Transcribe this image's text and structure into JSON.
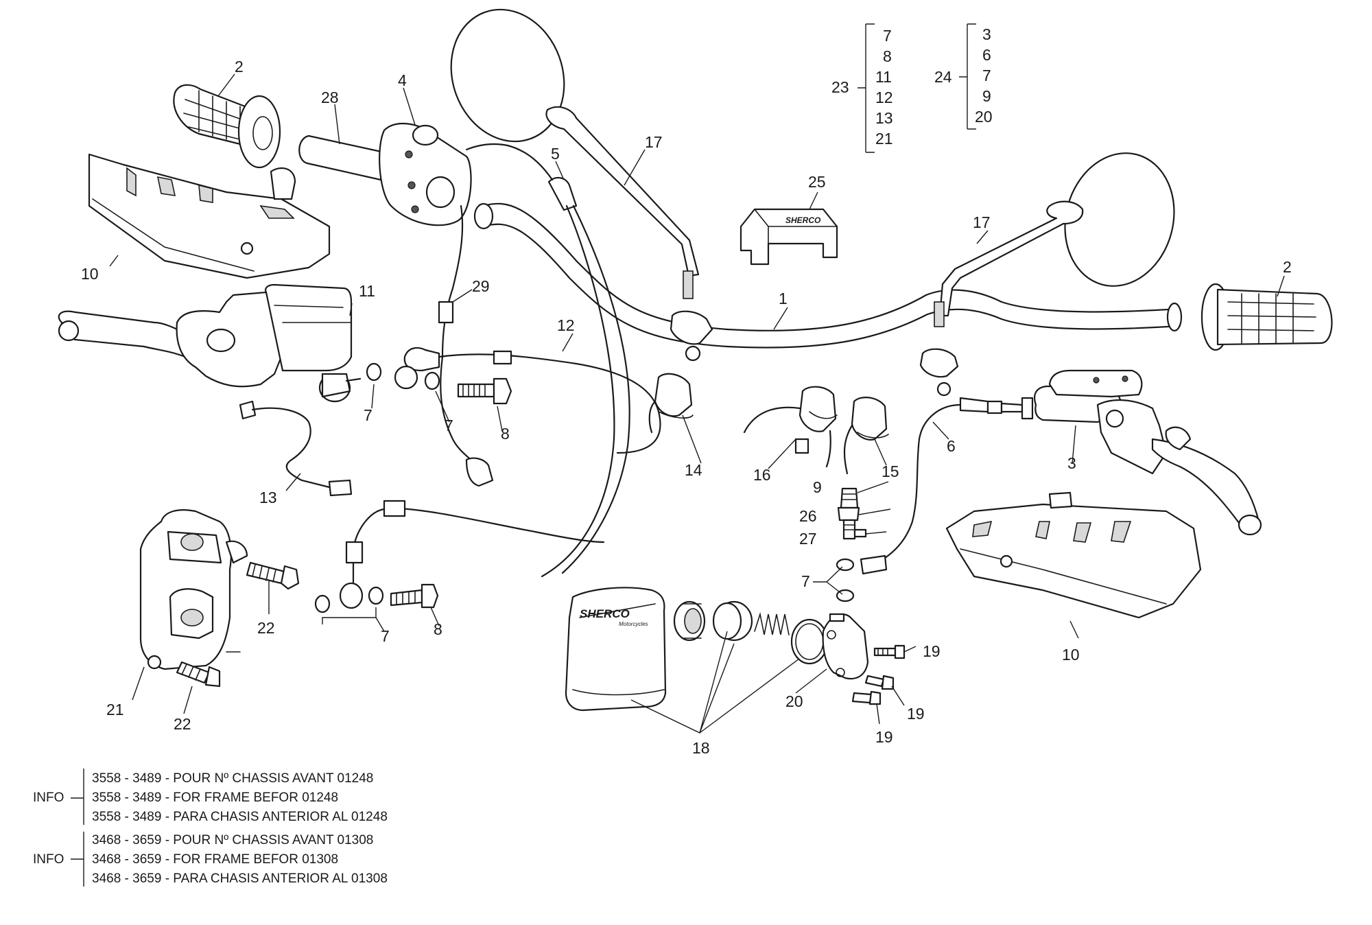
{
  "callouts": {
    "c1": "1",
    "c2a": "2",
    "c2b": "2",
    "c3": "3",
    "c4": "4",
    "c5": "5",
    "c6": "6",
    "c7a": "7",
    "c7b": "7",
    "c7c": "7",
    "c7d": "7",
    "c8a": "8",
    "c8b": "8",
    "c9": "9",
    "c10a": "10",
    "c10b": "10",
    "c11": "11",
    "c12": "12",
    "c13": "13",
    "c14": "14",
    "c15": "15",
    "c16": "16",
    "c17a": "17",
    "c17b": "17",
    "c18": "18",
    "c19a": "19",
    "c19b": "19",
    "c19c": "19",
    "c20": "20",
    "c21": "21",
    "c22a": "22",
    "c22b": "22",
    "c25": "25",
    "c26": "26",
    "c27": "27",
    "c28": "28",
    "c29": "29"
  },
  "kits": {
    "kit23": {
      "label": "23",
      "items": [
        "7",
        "8",
        "11",
        "12",
        "13",
        "21"
      ]
    },
    "kit24": {
      "label": "24",
      "items": [
        "3",
        "6",
        "7",
        "9",
        "20"
      ]
    }
  },
  "info_blocks": [
    {
      "label": "INFO",
      "lines": [
        "3558 - 3489 - POUR Nº CHASSIS AVANT 01248",
        "3558 - 3489 - FOR FRAME BEFOR 01248",
        "3558 - 3489 - PARA CHASIS ANTERIOR AL 01248"
      ]
    },
    {
      "label": "INFO",
      "lines": [
        "3468 - 3659 - POUR Nº CHASSIS AVANT 01308",
        "3468 - 3659 - FOR FRAME BEFOR 01308",
        "3468 - 3659 - PARA CHASIS ANTERIOR AL 01308"
      ]
    }
  ],
  "bag_brand": "SHERCO",
  "bag_subtext": "Motorcycles",
  "cap_brand": "SHERCO"
}
